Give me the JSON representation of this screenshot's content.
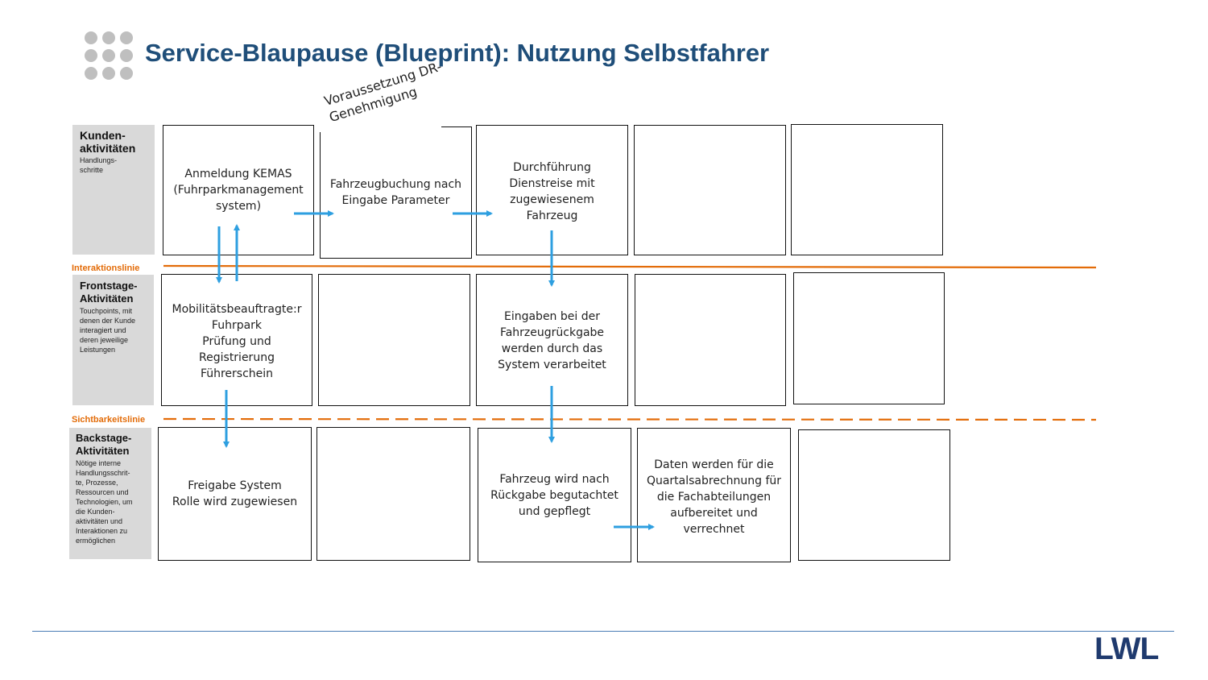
{
  "title": "Service-Blaupause (Blueprint): Nutzung Selbstfahrer",
  "logo_text": "LWL",
  "colors": {
    "title": "#1f4e79",
    "line": "#e36c09",
    "arrow": "#2e9fe0",
    "lane_bg": "#d9d9d9"
  },
  "lanes": {
    "customer": {
      "title": "Kunden-\naktivitäten",
      "desc": "Handlungs-\nschritte"
    },
    "frontstage": {
      "title": "Frontstage-\nAktivitäten",
      "desc": "Touchpoints,  mit\ndenen der Kunde\ninteragiert und\nderen jeweilige\nLeistungen"
    },
    "backstage": {
      "title": "Backstage-\nAktivitäten",
      "desc": "Nötige interne\nHandlungsschrit-\nte, Prozesse,\nRessourcen und\nTechnologien, um\ndie Kunden-\naktivitäten und\nInteraktionen zu\nermöglichen"
    }
  },
  "lines": {
    "interaction": "Interaktionslinie",
    "visibility": "Sichtbarkeitslinie"
  },
  "note": "Voraussetzung DR-\nGenehmigung",
  "boxes": {
    "c1": "Anmeldung KEMAS\n(Fuhrparkmanagement\nsystem)",
    "c2": "Fahrzeugbuchung nach\nEingabe Parameter",
    "c3": "Durchführung\nDienstreise mit\nzugewiesenem\nFahrzeug",
    "c4": "",
    "c5": "",
    "f1": "Mobilitätsbeauftragte:r\nFuhrpark\nPrüfung und\nRegistrierung\nFührerschein",
    "f2": "",
    "f3": "Eingaben bei der\nFahrzeugrückgabe\nwerden durch das\nSystem verarbeitet",
    "f4": "",
    "f5": "",
    "b1": "Freigabe System\nRolle wird zugewiesen",
    "b2": "",
    "b3": "Fahrzeug wird nach\nRückgabe begutachtet\nund gepflegt",
    "b4": "Daten werden für die\nQuartalsabrechnung für\ndie Fachabteilungen\naufbereitet und\nverrechnet",
    "b5": ""
  }
}
